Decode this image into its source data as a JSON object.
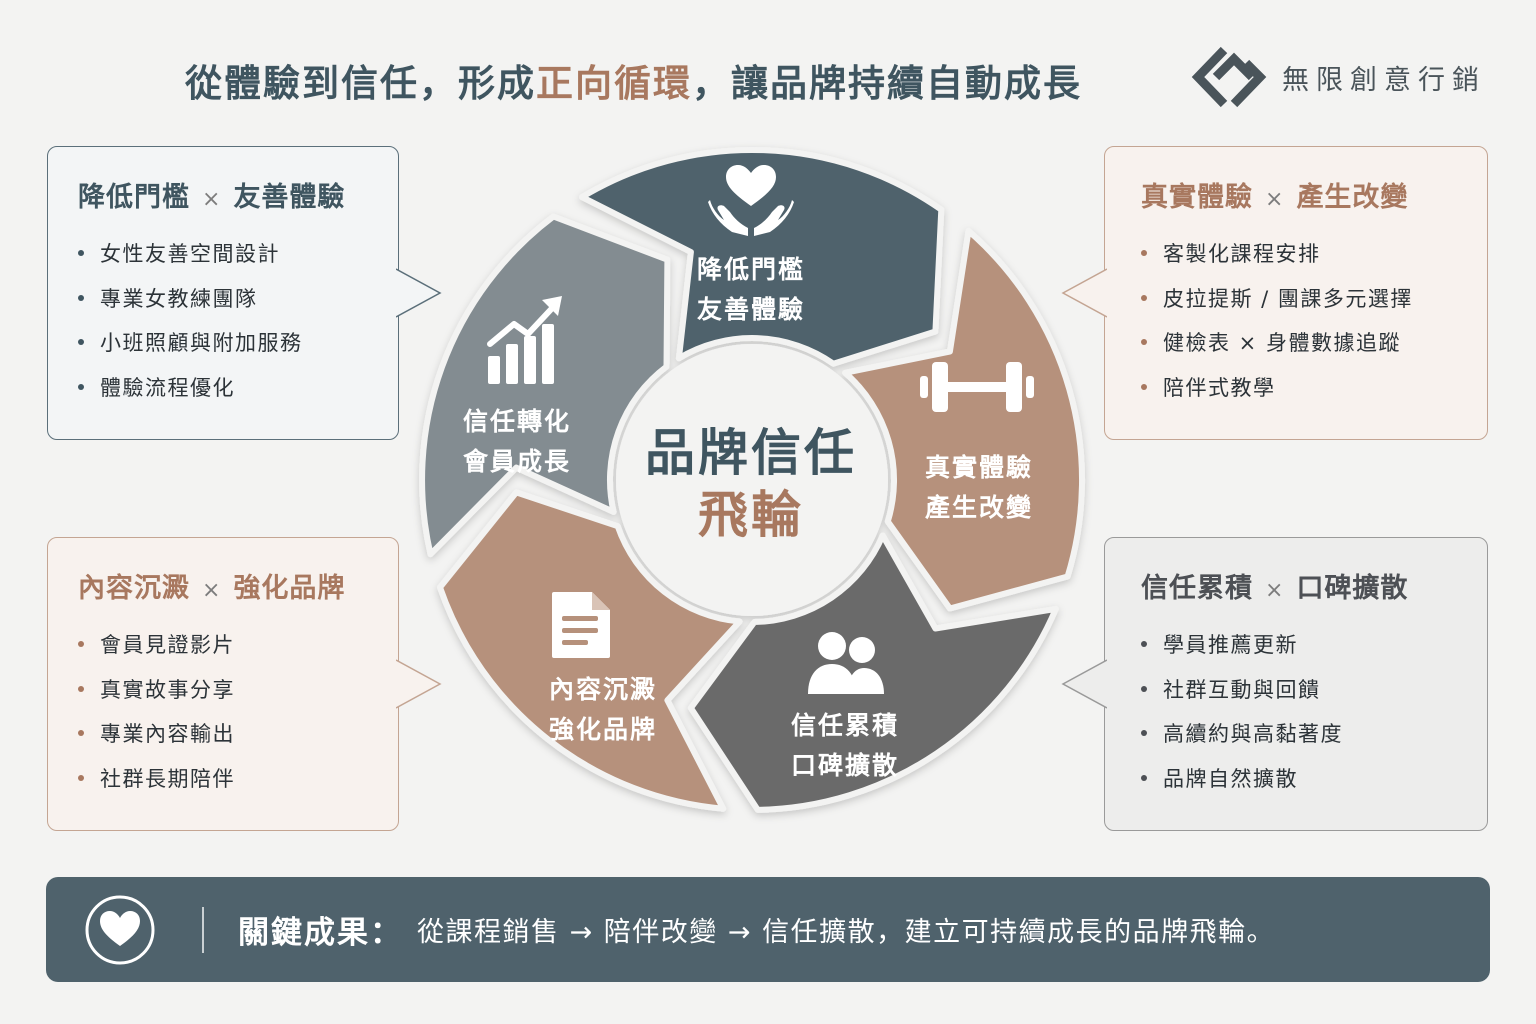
{
  "header": {
    "title_part1": "從體驗到信任，形成",
    "title_highlight": "正向循環",
    "title_part2": "，讓品牌持續自動成長",
    "logo_text": "無限創意行銷",
    "logo_icon": "diamond-chevron-logo-icon"
  },
  "center": {
    "line1": "品牌信任",
    "line2": "飛輪"
  },
  "segments": [
    {
      "line1": "降低門檻",
      "line2": "友善體驗",
      "icon": "heart-hands-icon",
      "color": "#4f626c"
    },
    {
      "line1": "真實體驗",
      "line2": "產生改變",
      "icon": "dumbbell-icon",
      "color": "#b6917b"
    },
    {
      "line1": "信任累積",
      "line2": "口碑擴散",
      "icon": "people-icon",
      "color": "#6a6a6a"
    },
    {
      "line1": "內容沉澱",
      "line2": "強化品牌",
      "icon": "document-icon",
      "color": "#b6917b"
    },
    {
      "line1": "信任轉化",
      "line2": "會員成長",
      "icon": "growth-chart-icon",
      "color": "#838c91"
    }
  ],
  "boxes": {
    "top_left": {
      "title_a": "降低門檻",
      "title_x": "×",
      "title_b": "友善體驗",
      "items": [
        "女性友善空間設計",
        "專業女教練團隊",
        "小班照顧與附加服務",
        "體驗流程優化"
      ]
    },
    "top_right": {
      "title_a": "真實體驗",
      "title_x": "×",
      "title_b": "產生改變",
      "items": [
        "客製化課程安排",
        "皮拉提斯 / 團課多元選擇",
        "健檢表 × 身體數據追蹤",
        "陪伴式教學"
      ]
    },
    "bottom_left": {
      "title_a": "內容沉澱",
      "title_x": "×",
      "title_b": "強化品牌",
      "items": [
        "會員見證影片",
        "真實故事分享",
        "專業內容輸出",
        "社群長期陪伴"
      ]
    },
    "bottom_right": {
      "title_a": "信任累積",
      "title_x": "×",
      "title_b": "口碑擴散",
      "items": [
        "學員推薦更新",
        "社群互動與回饋",
        "高續約與高黏著度",
        "品牌自然擴散"
      ]
    }
  },
  "banner": {
    "label": "關鍵成果：",
    "text": "從課程銷售 → 陪伴改變 → 信任擴散，建立可持續成長的品牌飛輪。",
    "icon": "heart-circle-icon"
  },
  "colors": {
    "slate": "#4f626c",
    "tan": "#b6917b",
    "gray": "#6a6a6a",
    "light_slate": "#838c91",
    "accent_text": "#a8785f"
  }
}
